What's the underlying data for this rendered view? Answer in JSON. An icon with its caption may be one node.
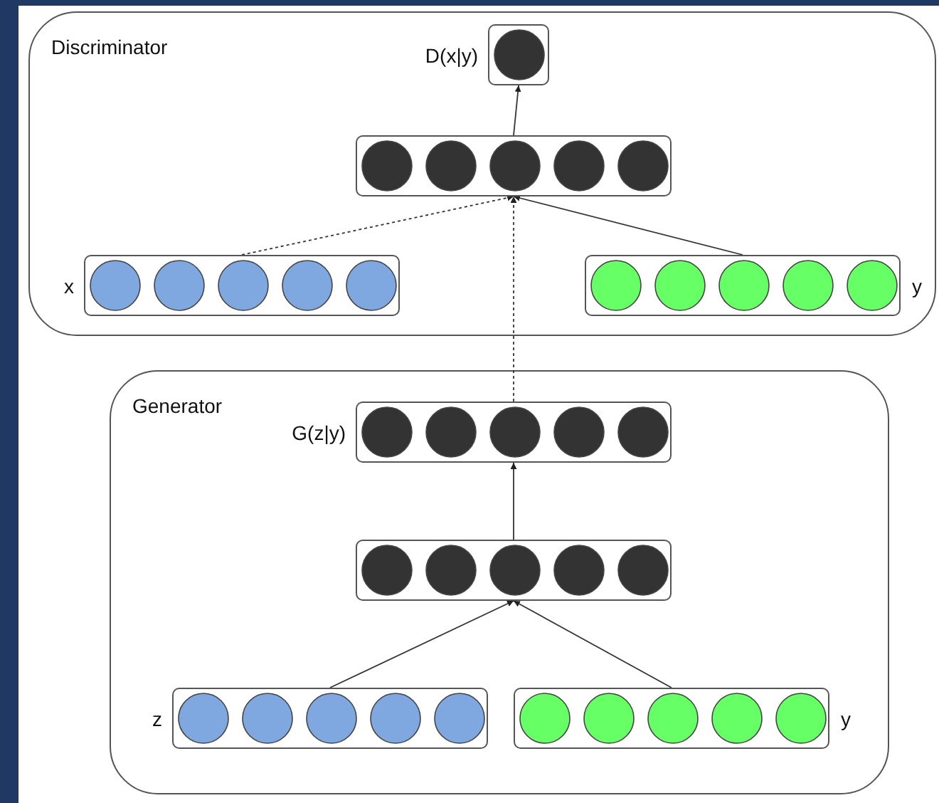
{
  "diagram": {
    "nodes": [
      {
        "text": [
          "Discriminator"
        ]
      },
      {
        "text": [],
        "shape": "box",
        "beside": [
          "D(x|y)"
        ],
        "in": 0
      },
      {
        "text": [],
        "shape": "box",
        "in": 0
      },
      {
        "text": [],
        "shape": "box",
        "beside": [
          "x"
        ],
        "in": 0
      },
      {
        "text": [],
        "shape": "box",
        "beside": [
          "y"
        ],
        "in": 0
      },
      {
        "text": [
          "Generator"
        ]
      },
      {
        "text": [],
        "shape": "box",
        "beside": [
          "G(z|y)"
        ],
        "in": 5
      },
      {
        "text": [],
        "shape": "box",
        "in": 5
      },
      {
        "text": [],
        "shape": "box",
        "beside": [
          "z"
        ],
        "in": 5
      },
      {
        "text": [],
        "shape": "box",
        "beside": [
          "y"
        ],
        "in": 5
      }
    ],
    "edges": [
      {
        "from": 2,
        "to": 1,
        "arrow": "to"
      },
      {
        "from": 3,
        "to": 2,
        "arrow": "to",
        "style": "dashed"
      },
      {
        "from": 4,
        "to": 2,
        "arrow": "to"
      },
      {
        "from": 6,
        "to": 2,
        "arrow": "to",
        "style": "dashed"
      },
      {
        "from": 7,
        "to": 6,
        "arrow": "to"
      },
      {
        "from": 8,
        "to": 7,
        "arrow": "to"
      },
      {
        "from": 9,
        "to": 7,
        "arrow": "to"
      }
    ]
  }
}
